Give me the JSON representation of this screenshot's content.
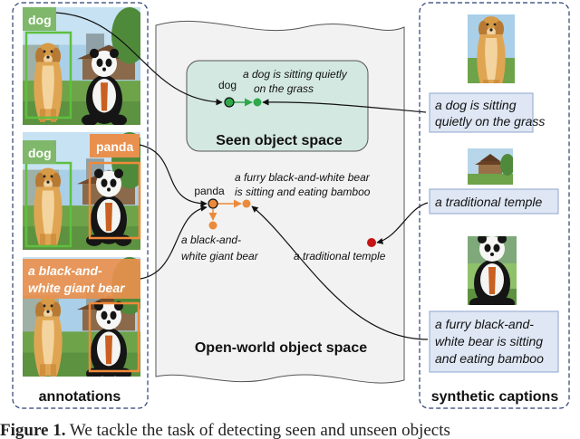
{
  "panels": {
    "annotations_title": "annotations",
    "synthetic_title": "synthetic captions"
  },
  "annotation_images": [
    {
      "labels": [
        "dog"
      ]
    },
    {
      "labels": [
        "dog",
        "panda"
      ]
    },
    {
      "labels": [
        "a black-and-",
        "white giant bear"
      ]
    }
  ],
  "seen_space": {
    "title": "Seen object space",
    "node_label": "dog",
    "caption_lines": [
      "a dog is sitting quietly",
      "on the grass"
    ]
  },
  "open_space": {
    "title": "Open-world object space",
    "center_label": "panda",
    "furry_lines": [
      "a furry black-and-white bear",
      "is sitting and eating bamboo"
    ],
    "giant_lines": [
      "a black-and-",
      "white giant bear"
    ],
    "temple_label": "a traditional temple"
  },
  "synthetic_captions": [
    {
      "lines": [
        "a dog is sitting",
        "quietly on the grass"
      ]
    },
    {
      "lines": [
        "a traditional temple"
      ]
    },
    {
      "lines": [
        "a furry black-and-",
        "white bear is sitting",
        "and eating bamboo"
      ]
    }
  ],
  "figure_caption": {
    "prefix": "Figure 1.",
    "text": "We tackle the task of detecting seen and unseen objects"
  },
  "colors": {
    "green_label": "#7fb86a",
    "orange_label": "#e9904e",
    "seen_fill": "#d4e8e2",
    "caption_box": "#dfe7f4",
    "caption_border": "#8ea4cc",
    "node_green": "#2ea84a",
    "node_orange": "#ea8a3a",
    "node_red": "#c41414"
  },
  "icons": [
    "golden-retriever-photo",
    "panda-photo",
    "temple-photo"
  ]
}
